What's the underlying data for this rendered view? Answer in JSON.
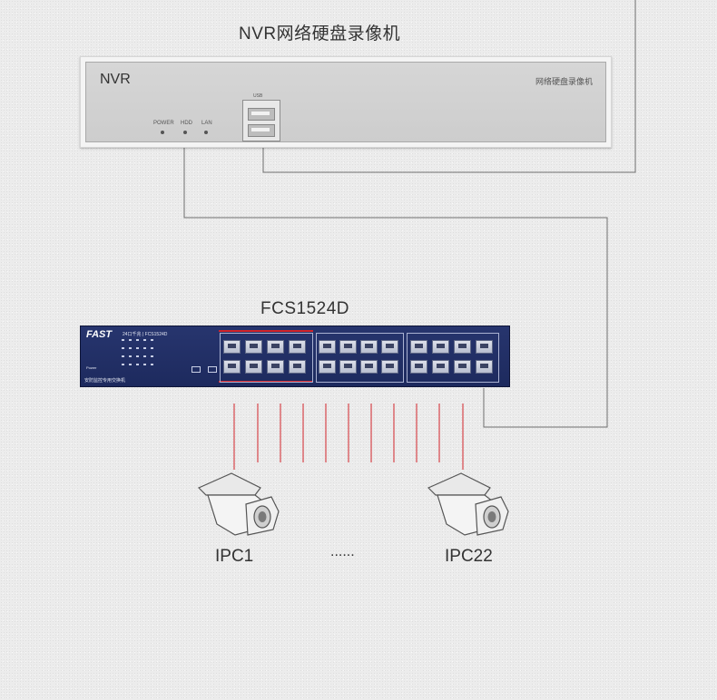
{
  "titles": {
    "nvr": "NVR网络硬盘录像机",
    "switch_model": "FCS1524D"
  },
  "nvr": {
    "brand": "NVR",
    "model_text": "网络硬盘录像机",
    "leds": [
      "POWER",
      "HDD",
      "LAN"
    ],
    "usb_label": "USB"
  },
  "switch": {
    "brand": "FAST",
    "desc": "24口千兆 | FCS1524D",
    "sub": "安防监控专用交换机",
    "power": "Power",
    "port_count": 24
  },
  "cameras": [
    "IPC1",
    "IPC22"
  ],
  "ellipsis": "......",
  "colors": {
    "wire": "#6e6e6e",
    "poe_line": "#d2232a",
    "switch_body": "#22306a",
    "nvr_face": "#d2d2d2"
  }
}
